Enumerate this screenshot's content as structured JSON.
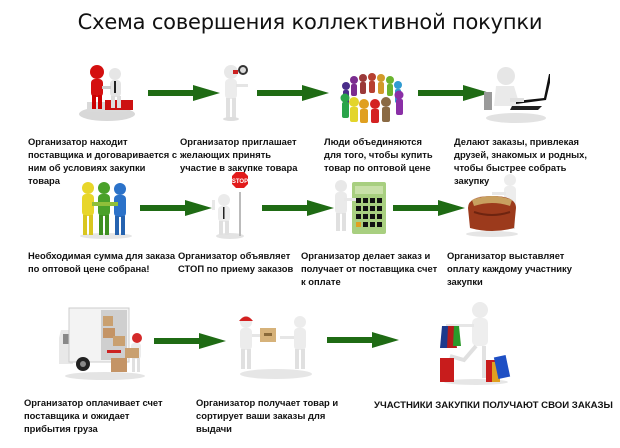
{
  "title": "Схема совершения коллективной покупки",
  "colors": {
    "arrow": "#1f6b14",
    "text": "#111111",
    "background": "#ffffff"
  },
  "steps": [
    {
      "id": 1,
      "icon": "handshake-puzzle-icon",
      "caption": "Организатор находит поставщика и договаривается с ним об условиях закупки товара"
    },
    {
      "id": 2,
      "icon": "megaphone-person-icon",
      "caption": "Организатор приглашает желающих принять участие в закупке товара"
    },
    {
      "id": 3,
      "icon": "people-circle-icon",
      "caption": "Люди объединяются для того, чтобы купить товар по оптовой цене"
    },
    {
      "id": 4,
      "icon": "person-laptop-icon",
      "caption": "Делают заказы, привлекая друзей, знакомых и родных, чтобы быстрее собрать закупку"
    },
    {
      "id": 5,
      "icon": "team-huddle-icon",
      "caption": "Необходимая сумма для заказа по оптовой цене собрана!"
    },
    {
      "id": 6,
      "icon": "stop-sign-person-icon",
      "stop_label": "STOP",
      "caption": "Организатор объявляет СТОП по приему заказов"
    },
    {
      "id": 7,
      "icon": "calculator-person-icon",
      "caption": "Организатор делает заказ и получает от поставщика счет к оплате"
    },
    {
      "id": 8,
      "icon": "money-bag-person-icon",
      "caption": "Организатор выставляет оплату каждому участнику закупки"
    },
    {
      "id": 9,
      "icon": "delivery-truck-icon",
      "caption": "Организатор оплачивает счет поставщика и ожидает прибытия груза"
    },
    {
      "id": 10,
      "icon": "package-handover-icon",
      "caption": "Организатор получает товар и сортирует ваши заказы для выдачи"
    },
    {
      "id": 11,
      "icon": "shopping-bags-person-icon",
      "caption": "УЧАСТНИКИ ЗАКУПКИ ПОЛУЧАЮТ СВОИ ЗАКАЗЫ"
    }
  ]
}
